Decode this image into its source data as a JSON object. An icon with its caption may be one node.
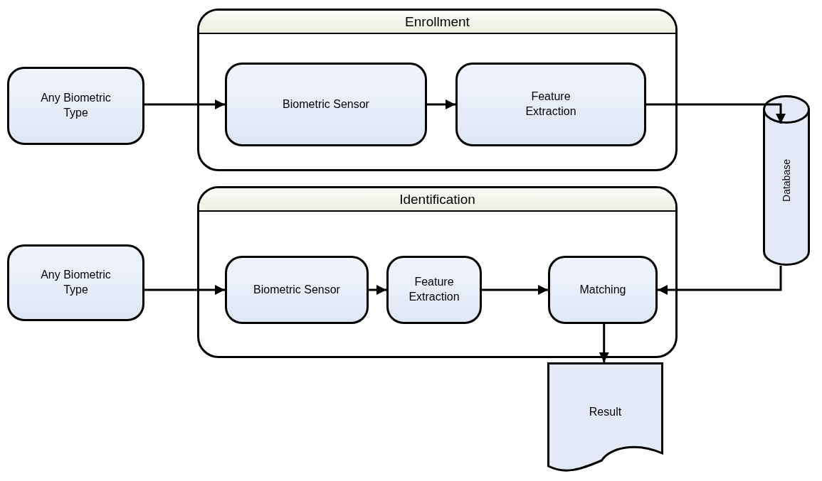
{
  "diagram": {
    "nodes": [
      {
        "text": [
          "Any Biometric Type"
        ]
      },
      {
        "text": [
          "Enrollment"
        ]
      },
      {
        "text": [
          "Biometric Sensor"
        ],
        "in": 1
      },
      {
        "text": [
          "Feature Extraction"
        ],
        "in": 1
      },
      {
        "text": [
          "Database"
        ]
      },
      {
        "text": [
          "Any Biometric Type"
        ]
      },
      {
        "text": [
          "Identification"
        ]
      },
      {
        "text": [
          "Biometric Sensor"
        ],
        "in": 6
      },
      {
        "text": [
          "Feature Extraction"
        ],
        "in": 6
      },
      {
        "text": [
          "Matching"
        ],
        "in": 6
      },
      {
        "text": [
          "Result"
        ]
      }
    ],
    "edges": [
      {
        "from": 0,
        "to": 2,
        "arrow": "to"
      },
      {
        "from": 2,
        "to": 3,
        "arrow": "to"
      },
      {
        "from": 3,
        "to": 4,
        "arrow": "to"
      },
      {
        "from": 5,
        "to": 7,
        "arrow": "to"
      },
      {
        "from": 7,
        "to": 8,
        "arrow": "to"
      },
      {
        "from": 8,
        "to": 9,
        "arrow": "to"
      },
      {
        "from": 4,
        "to": 9,
        "arrow": "to"
      },
      {
        "from": 9,
        "to": 10,
        "arrow": "to"
      }
    ]
  }
}
